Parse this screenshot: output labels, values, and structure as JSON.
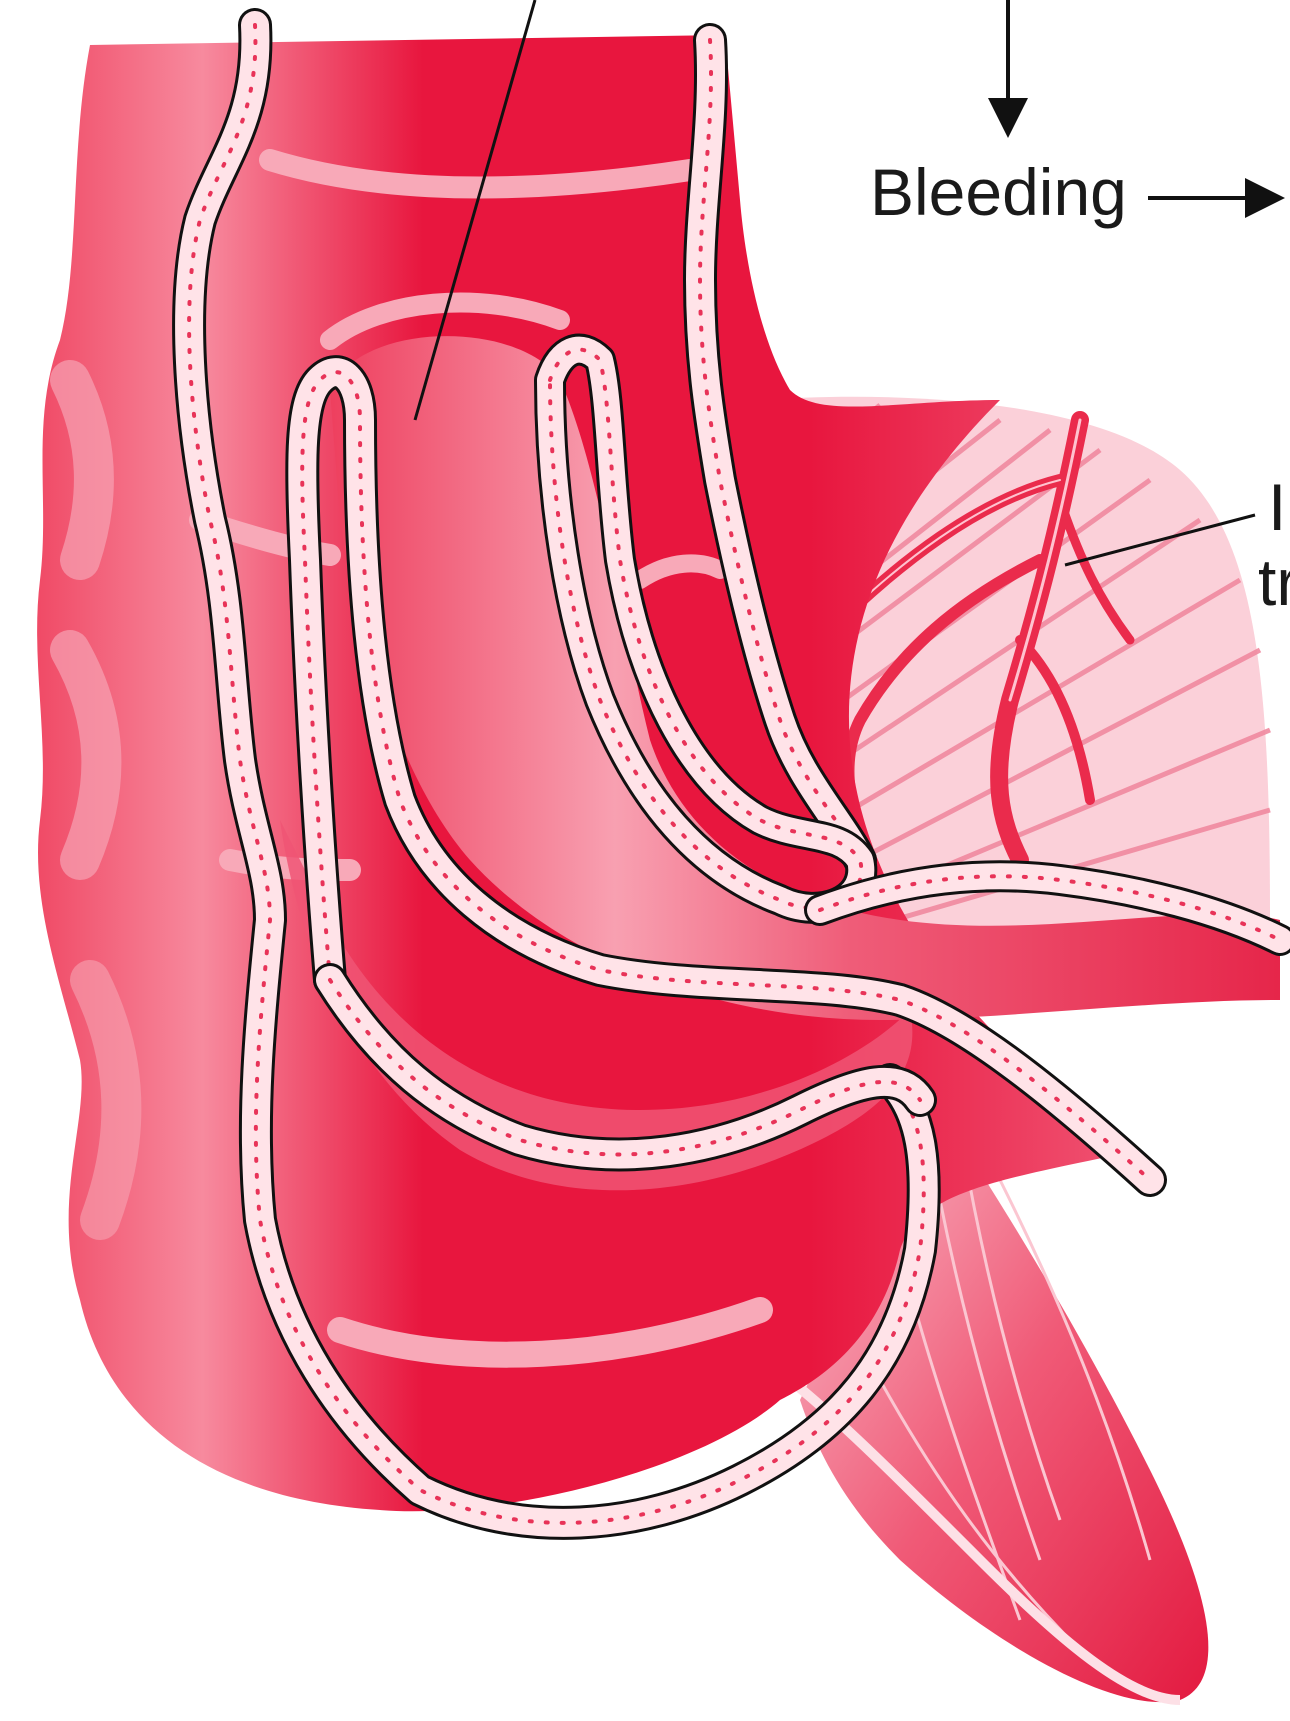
{
  "diagram": {
    "labels": {
      "bleeding": "Bleeding",
      "right_partial_line1": "I",
      "right_partial_line2": "tr"
    },
    "colors": {
      "outer_wall": "#e8163e",
      "wall_light": "#f7a4b4",
      "mucosa_band": "#ffd9e0",
      "outline": "#111111",
      "mesentery": "#fbd0d9",
      "vessel": "#ea2b4c"
    },
    "icons": [
      "arrow-down-icon",
      "arrow-right-icon"
    ]
  }
}
